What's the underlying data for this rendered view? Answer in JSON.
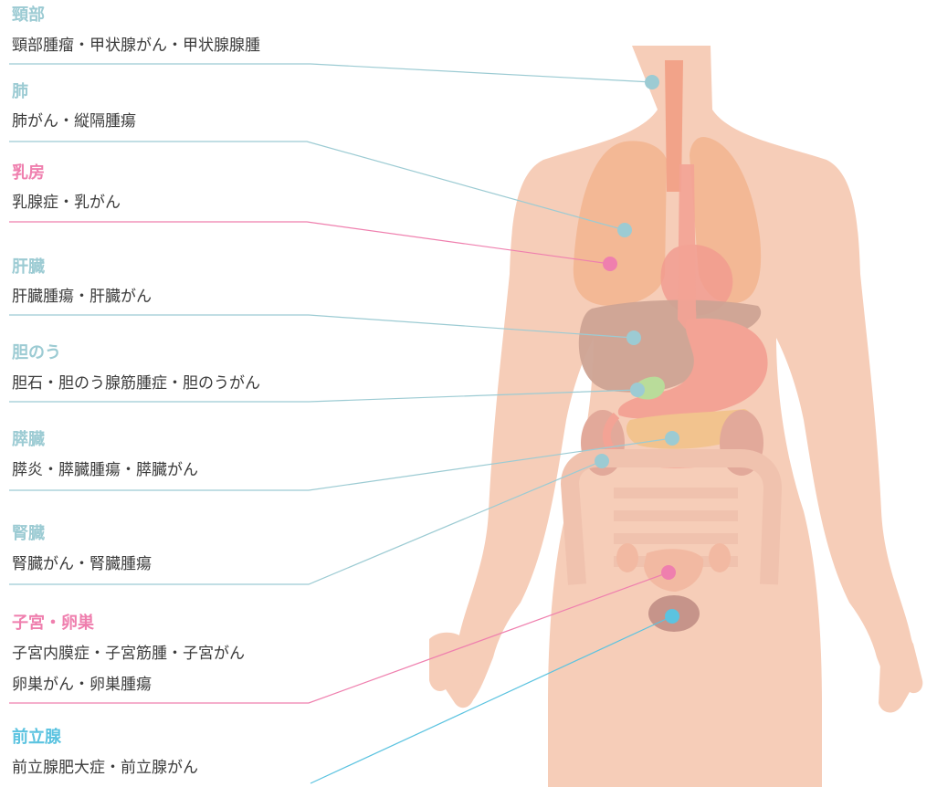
{
  "colors": {
    "teal": "#9ccbd3",
    "pink": "#ef7fae",
    "blue": "#5bc3e0",
    "skin": "#f6cdb8",
    "text": "#3b3b3b"
  },
  "sections": [
    {
      "id": "neck",
      "title": "頸部",
      "lines": [
        "頸部腫瘤・甲状腺がん・甲状腺腺腫"
      ],
      "color": "#9ccbd3"
    },
    {
      "id": "lung",
      "title": "肺",
      "lines": [
        "肺がん・縦隔腫瘍"
      ],
      "color": "#9ccbd3"
    },
    {
      "id": "breast",
      "title": "乳房",
      "lines": [
        "乳腺症・乳がん"
      ],
      "color": "#ef7fae"
    },
    {
      "id": "liver",
      "title": "肝臓",
      "lines": [
        "肝臓腫瘍・肝臓がん"
      ],
      "color": "#9ccbd3"
    },
    {
      "id": "gallbladder",
      "title": "胆のう",
      "lines": [
        "胆石・胆のう腺筋腫症・胆のうがん"
      ],
      "color": "#9ccbd3"
    },
    {
      "id": "pancreas",
      "title": "膵臓",
      "lines": [
        "膵炎・膵臓腫瘍・膵臓がん"
      ],
      "color": "#9ccbd3"
    },
    {
      "id": "kidney",
      "title": "腎臓",
      "lines": [
        "腎臓がん・腎臓腫瘍"
      ],
      "color": "#9ccbd3"
    },
    {
      "id": "uterus",
      "title": "子宮・卵巣",
      "lines": [
        "子宮内膜症・子宮筋腫・子宮がん",
        "卵巣がん・卵巣腫瘍"
      ],
      "color": "#ef7fae"
    },
    {
      "id": "prostate",
      "title": "前立腺",
      "lines": [
        "前立腺肥大症・前立腺がん"
      ],
      "color": "#5bc3e0"
    }
  ]
}
